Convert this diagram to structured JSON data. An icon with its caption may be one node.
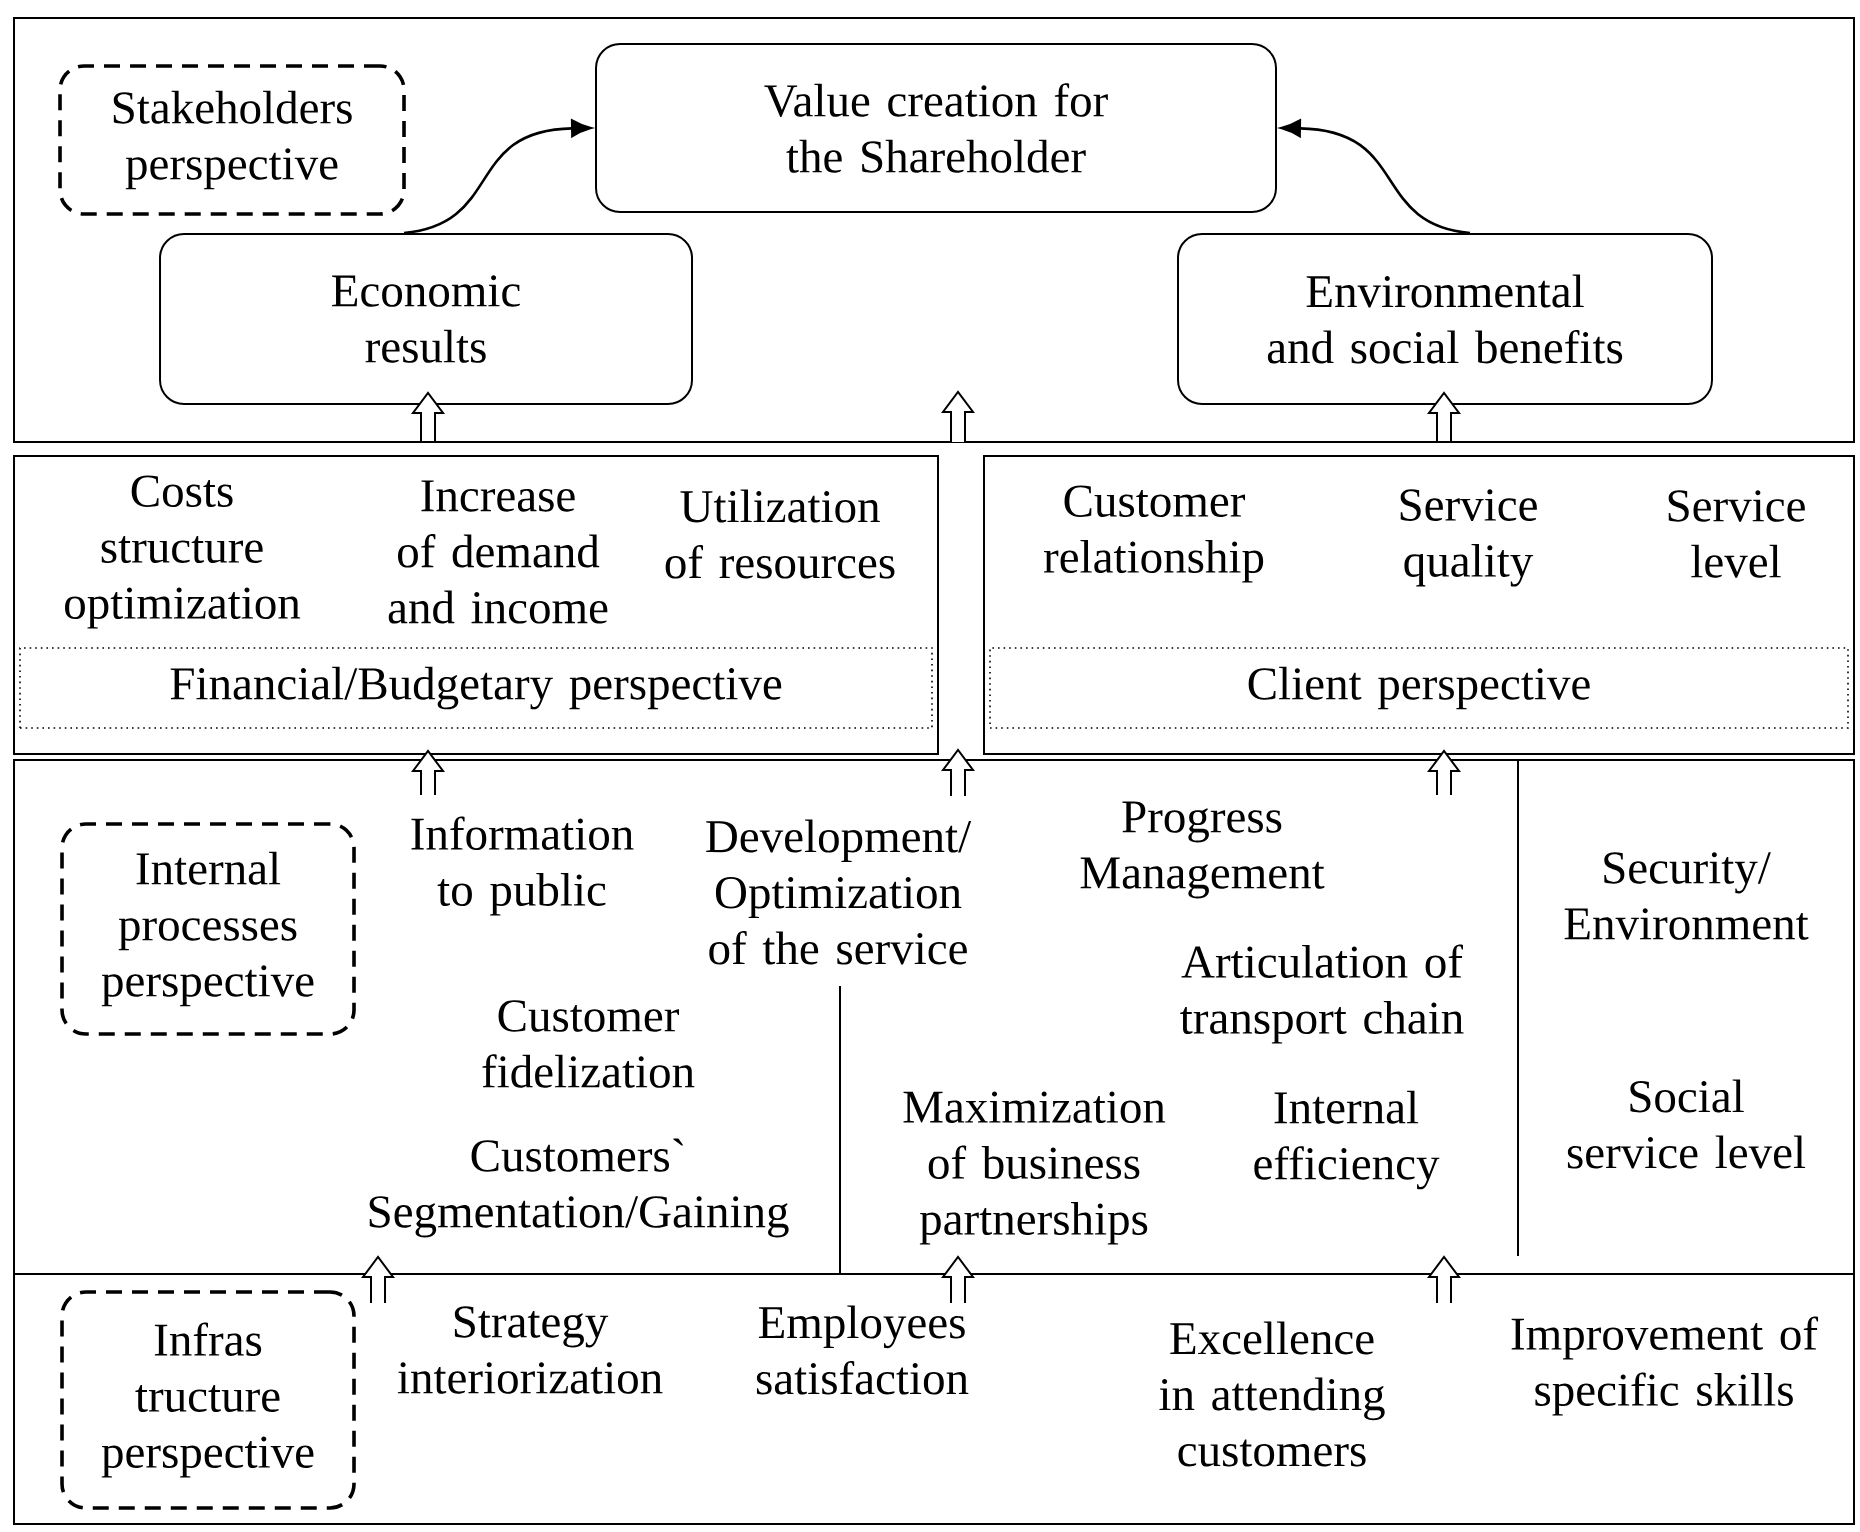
{
  "diagram": {
    "nodes": [
      {
        "text": [],
        "shape": "box"
      },
      {
        "text": [
          "Stakeholders perspective"
        ],
        "in": 0
      },
      {
        "text": [
          "Value creation for the Shareholder"
        ],
        "in": 0
      },
      {
        "text": [
          "Economic results"
        ],
        "in": 0
      },
      {
        "text": [
          "Environmental and social benefits"
        ],
        "in": 0
      },
      {
        "text": [
          "Costs structure optimization",
          "Increase of demand and income",
          "Utilization of resources"
        ]
      },
      {
        "text": [
          "Financial/Budgetary perspective"
        ],
        "in": 5
      },
      {
        "text": [
          "Customer relationship",
          "Service quality",
          "Service level"
        ]
      },
      {
        "text": [
          "Client perspective"
        ],
        "in": 7
      },
      {
        "text": [
          "Information to public",
          "Development/ Optimization of the service",
          "Progress Management",
          "Security/ Environment",
          "Customer fidelization",
          "Articulation of transport chain",
          "Maximization of business partnerships",
          "Internal efficiency",
          "Social service level",
          "Customers` Segmentation/Gaining"
        ]
      },
      {
        "text": [
          "Internal processes perspective"
        ],
        "in": 9
      },
      {
        "text": [
          "Strategy interiorization",
          "Employees satisfaction",
          "Excellence in attending customers",
          "Improvement of specific skills"
        ]
      },
      {
        "text": [
          "Infras tructure perspective"
        ],
        "in": 11
      }
    ],
    "edges": [
      {
        "from": 3,
        "to": 2,
        "arrow": "to"
      },
      {
        "from": 4,
        "to": 2,
        "arrow": "to"
      },
      {
        "from": 5,
        "to": 3,
        "arrow": "to"
      },
      {
        "from": 7,
        "to": 4,
        "arrow": "to"
      },
      {
        "from": 9,
        "to": 5,
        "arrow": "to"
      },
      {
        "from": 9,
        "to": 7,
        "arrow": "to"
      },
      {
        "from": 11,
        "to": 9,
        "arrow": "to"
      },
      {
        "from": 11,
        "to": 9,
        "arrow": "to"
      },
      {
        "from": 11,
        "to": 9,
        "arrow": "to"
      }
    ]
  }
}
